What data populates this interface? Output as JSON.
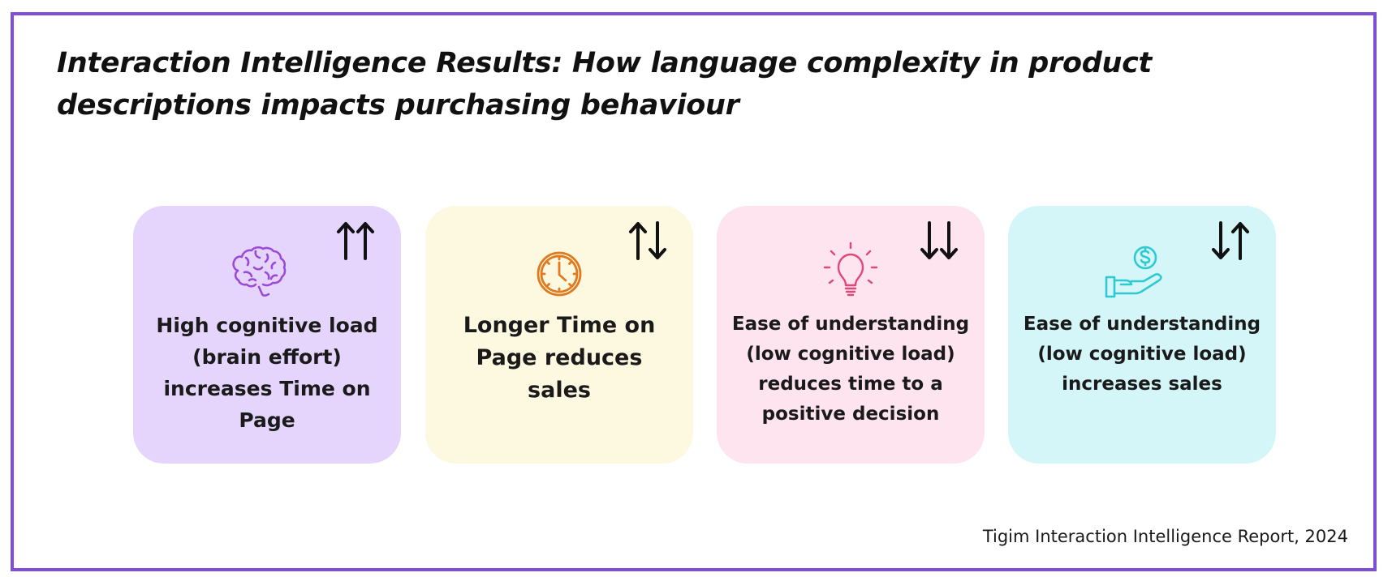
{
  "title": "Interaction Intelligence Results: How language complexity in product descriptions impacts purchasing behaviour",
  "cards": [
    {
      "icon": "brain-icon",
      "arrows": "up-up",
      "text": "High cognitive load (brain effort) increases Time on Page",
      "background": "#e5d5fd",
      "icon_color": "#9b4ad8"
    },
    {
      "icon": "clock-icon",
      "arrows": "up-down",
      "text": "Longer Time on Page reduces sales",
      "background": "#fdf8e0",
      "icon_color": "#e07a1f"
    },
    {
      "icon": "lightbulb-icon",
      "arrows": "down-down",
      "text": "Ease of understanding (low cognitive load) reduces time to a positive decision",
      "background": "#fde4ee",
      "icon_color": "#e0487a"
    },
    {
      "icon": "hand-dollar-icon",
      "arrows": "down-up",
      "text": "Ease of understanding (low cognitive load) increases sales",
      "background": "#d4f6f8",
      "icon_color": "#2fc9d2"
    }
  ],
  "source": "Tigim Interaction Intelligence Report, 2024",
  "colors": {
    "frame": "#7d4ed6",
    "text": "#111111"
  }
}
